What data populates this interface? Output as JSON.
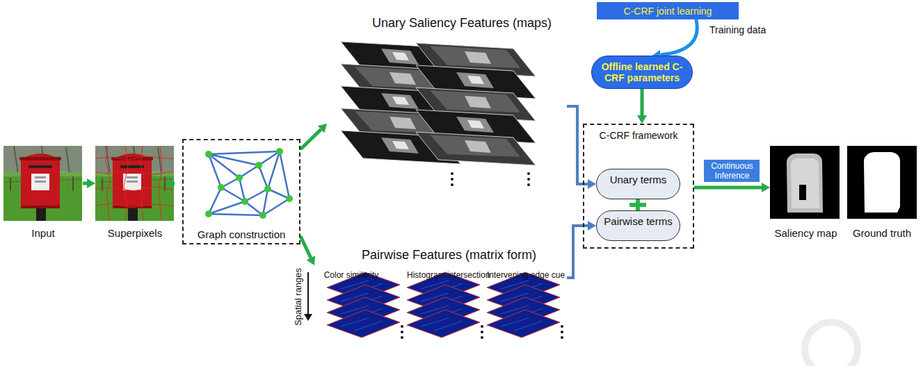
{
  "diagram": {
    "nodes": [
      {
        "text": [
          "Input"
        ]
      },
      {
        "text": [
          "Superpixels"
        ]
      },
      {
        "text": [
          "Graph construction"
        ]
      },
      {
        "text": [
          "Unary Saliency Features (maps)"
        ]
      },
      {
        "text": [
          "Pairwise Features (matrix form)"
        ]
      },
      {
        "text": [
          "Color similarity"
        ],
        "in": 4
      },
      {
        "text": [
          "Histogram intersection"
        ],
        "in": 4
      },
      {
        "text": [
          "Intervening edge cue"
        ],
        "in": 4
      },
      {
        "text": [
          "C-CRF joint learning"
        ]
      },
      {
        "text": [
          "Offline learned C-CRF parameters"
        ]
      },
      {
        "text": [
          "C-CRF framework"
        ]
      },
      {
        "text": [
          "Unary terms"
        ],
        "in": 10
      },
      {
        "text": [
          "Pairwise terms"
        ],
        "in": 10
      },
      {
        "text": [
          "Saliency map"
        ]
      },
      {
        "text": [
          "Ground truth"
        ]
      }
    ],
    "edges": [
      {
        "from": 0,
        "to": 1,
        "arrow": "to"
      },
      {
        "from": 1,
        "to": 2,
        "arrow": "to"
      },
      {
        "from": 2,
        "to": 3,
        "arrow": "to"
      },
      {
        "from": 2,
        "to": 4,
        "arrow": "to"
      },
      {
        "from": 3,
        "to": 11,
        "arrow": "to"
      },
      {
        "from": 4,
        "to": 12,
        "arrow": "to"
      },
      {
        "from": 8,
        "to": 9,
        "arrow": "to"
      },
      {
        "from": 9,
        "to": 10,
        "arrow": "to"
      },
      {
        "from": 10,
        "to": 13,
        "label": "Continuous Inference",
        "arrow": "to"
      }
    ],
    "labels": [
      "Training data",
      "Spatial ranges"
    ]
  }
}
